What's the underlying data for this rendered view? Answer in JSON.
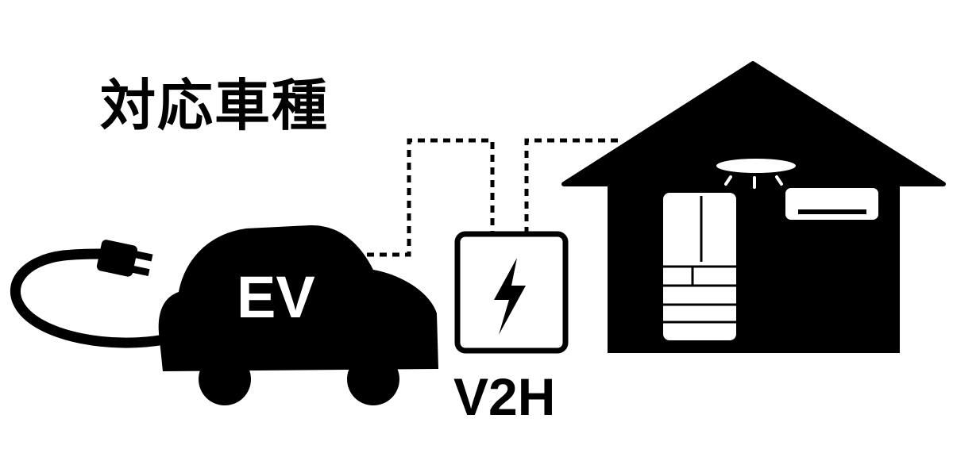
{
  "title": "対応車種",
  "ev_label": "EV",
  "v2h_label": "V2H",
  "colors": {
    "ink": "#000000",
    "paper": "#ffffff"
  },
  "icons": [
    "plug-icon",
    "car-icon",
    "lightning-icon",
    "house-icon",
    "refrigerator-icon",
    "air-conditioner-icon",
    "ceiling-light-icon"
  ]
}
